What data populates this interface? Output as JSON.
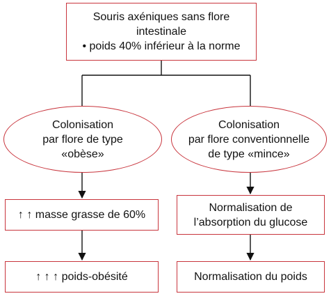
{
  "root": {
    "line1": "Souris axéniques sans flore",
    "line2": "intestinale",
    "bullet": "•  poids 40% inférieur à la norme"
  },
  "left": {
    "ellipse_line1": "Colonisation",
    "ellipse_line2": "par flore de type",
    "ellipse_line3": "«obèse»",
    "box1": "↑ ↑ masse grasse de 60%",
    "box2": "↑ ↑ ↑ poids-obésité"
  },
  "right": {
    "ellipse_line1": "Colonisation",
    "ellipse_line2": "par flore conventionnelle",
    "ellipse_line3": "de type «mince»",
    "box1_line1": "Normalisation de",
    "box1_line2": "l’absorption du glucose",
    "box2": "Normalisation du poids"
  },
  "colors": {
    "border": "#c8343c",
    "line": "#111111"
  }
}
